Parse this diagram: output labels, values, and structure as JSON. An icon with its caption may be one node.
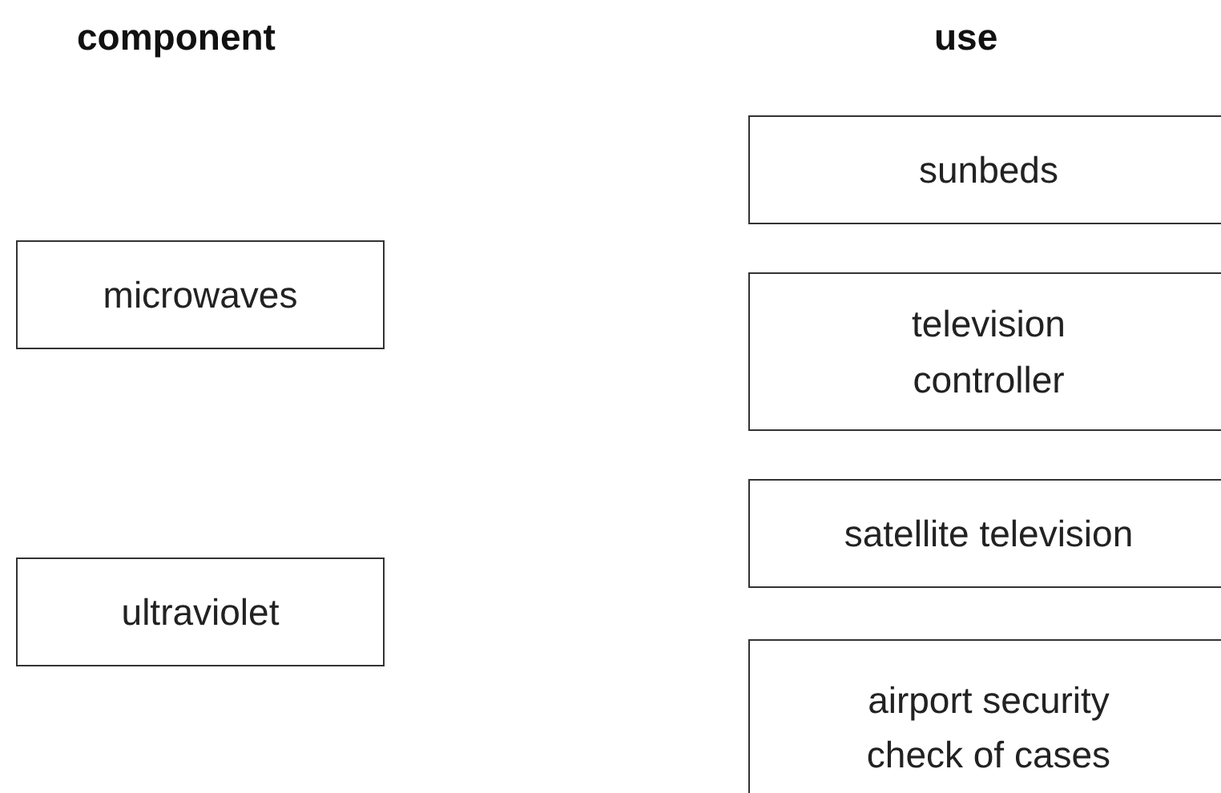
{
  "diagram": {
    "nodes": [
      {
        "text": [
          "microwaves"
        ]
      },
      {
        "text": [
          "ultraviolet"
        ]
      },
      {
        "text": [
          "sunbeds"
        ]
      },
      {
        "text": [
          "television controller"
        ]
      },
      {
        "text": [
          "satellite television"
        ]
      },
      {
        "text": [
          "airport security check of cases"
        ]
      }
    ],
    "labels": [
      "component",
      "use"
    ]
  }
}
